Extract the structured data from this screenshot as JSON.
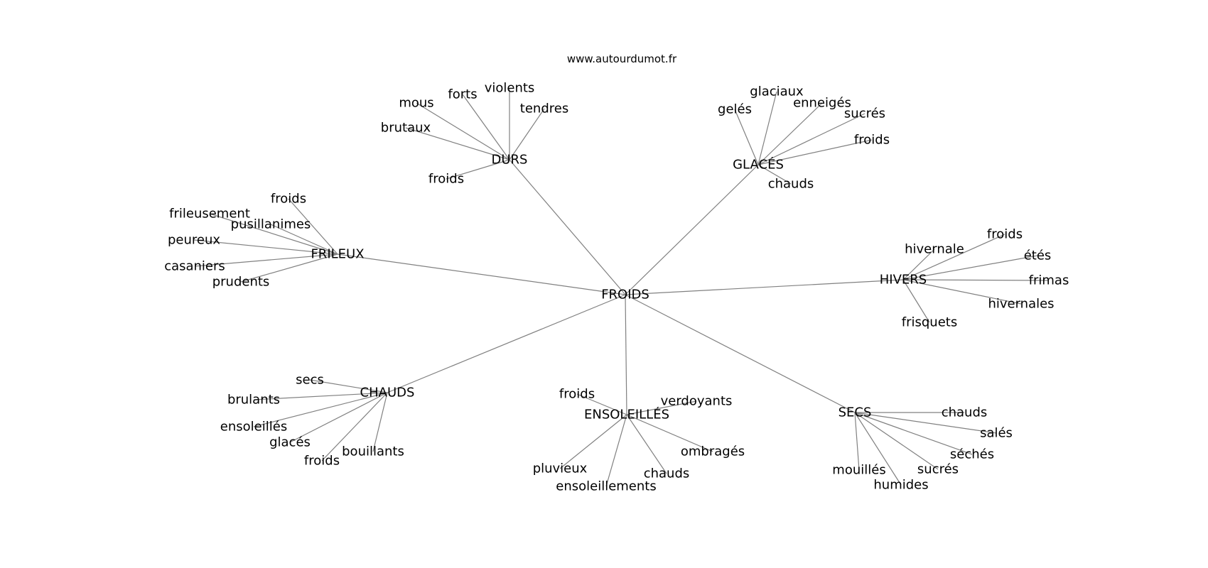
{
  "site": "www.autourdumot.fr",
  "graph": {
    "root": "FROIDS",
    "clusters": [
      {
        "hub": "DURS",
        "leaves": [
          "violents",
          "forts",
          "mous",
          "tendres",
          "brutaux",
          "froids"
        ]
      },
      {
        "hub": "GLACÉS",
        "leaves": [
          "glaciaux",
          "gelés",
          "enneigés",
          "sucrés",
          "froids",
          "chauds"
        ]
      },
      {
        "hub": "FRILEUX",
        "leaves": [
          "froids",
          "frileusement",
          "pusillanimes",
          "peureux",
          "casaniers",
          "prudents"
        ]
      },
      {
        "hub": "HIVERS",
        "leaves": [
          "hivernale",
          "froids",
          "étés",
          "frimas",
          "hivernales",
          "frisquets"
        ]
      },
      {
        "hub": "CHAUDS",
        "leaves": [
          "secs",
          "brulants",
          "ensoleillés",
          "glacés",
          "froids",
          "bouillants"
        ]
      },
      {
        "hub": "ENSOLEILLÉS",
        "leaves": [
          "froids",
          "verdoyants",
          "ombragés",
          "chauds",
          "pluvieux",
          "ensoleillements"
        ]
      },
      {
        "hub": "SECS",
        "leaves": [
          "chauds",
          "salés",
          "séchés",
          "sucrés",
          "humides",
          "mouillés"
        ]
      }
    ]
  }
}
